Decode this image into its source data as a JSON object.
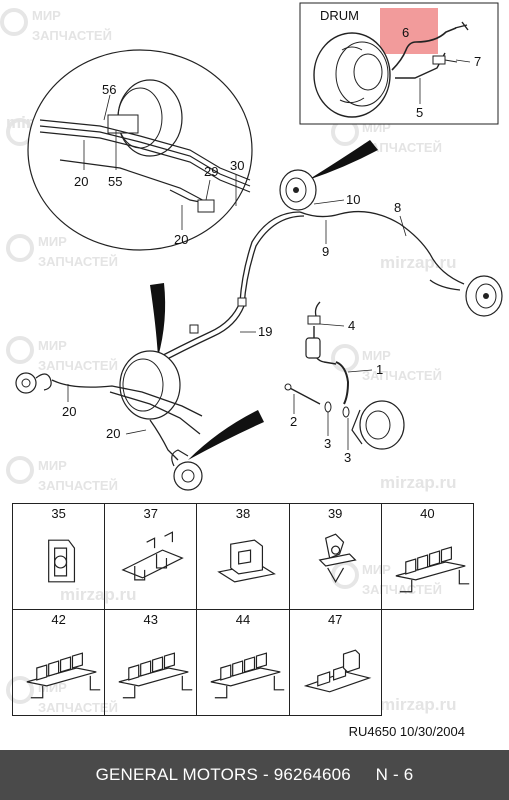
{
  "callouts": {
    "c56": "56",
    "c55": "55",
    "c20a": "20",
    "c20b": "20",
    "c29": "29",
    "c30": "30",
    "c10": "10",
    "c9": "9",
    "c8": "8",
    "c19": "19",
    "c4": "4",
    "c1": "1",
    "c20c": "20",
    "c20d": "20",
    "c2": "2",
    "c3a": "3",
    "c3b": "3",
    "c6": "6",
    "c7": "7",
    "c5": "5"
  },
  "drum_label": "DRUM",
  "watermarks": {
    "brand_line1": "МИР",
    "brand_line2": "ЗАПЧАСТЕЙ",
    "site": "mirzap.ru"
  },
  "parts_table": [
    {
      "number": "35",
      "icon": "clip-single-icon"
    },
    {
      "number": "37",
      "icon": "bracket-clip-icon"
    },
    {
      "number": "38",
      "icon": "block-clip-icon"
    },
    {
      "number": "39",
      "icon": "push-clip-icon"
    },
    {
      "number": "40",
      "icon": "four-pipe-clip-icon"
    },
    {
      "number": "42",
      "icon": "four-pipe-clip-icon"
    },
    {
      "number": "43",
      "icon": "four-pipe-clip-icon"
    },
    {
      "number": "44",
      "icon": "four-pipe-clip-icon"
    },
    {
      "number": "47",
      "icon": "two-pipe-bracket-icon"
    }
  ],
  "doc_ref": "RU4650  10/30/2004",
  "footer": {
    "text": "GENERAL MOTORS - 96264606     N - 6"
  },
  "colors": {
    "highlight": "#f08a8a",
    "footer_bg": "#4a4a4a",
    "line": "#222222"
  }
}
